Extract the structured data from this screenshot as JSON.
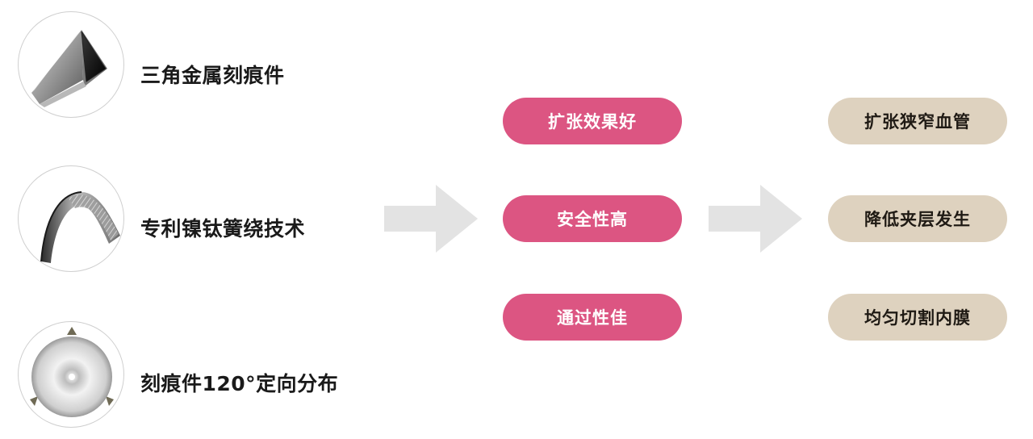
{
  "features": [
    {
      "label": "三角金属刻痕件",
      "icon": "triangle-metal-scoring-element-icon"
    },
    {
      "label": "专利镍钛簧绕技术",
      "icon": "nitinol-coil-spring-icon"
    },
    {
      "label": "刻痕件120°定向分布",
      "icon": "scoring-120-degree-distribution-icon"
    }
  ],
  "benefits": [
    {
      "label": "扩张效果好"
    },
    {
      "label": "安全性高"
    },
    {
      "label": "通过性佳"
    }
  ],
  "results": [
    {
      "label": "扩张狭窄血管"
    },
    {
      "label": "降低夹层发生"
    },
    {
      "label": "均匀切割内膜"
    }
  ],
  "colors": {
    "benefit_pill": "#dc5582",
    "result_pill": "#ded2bf",
    "arrow": "#e3e3e3"
  }
}
